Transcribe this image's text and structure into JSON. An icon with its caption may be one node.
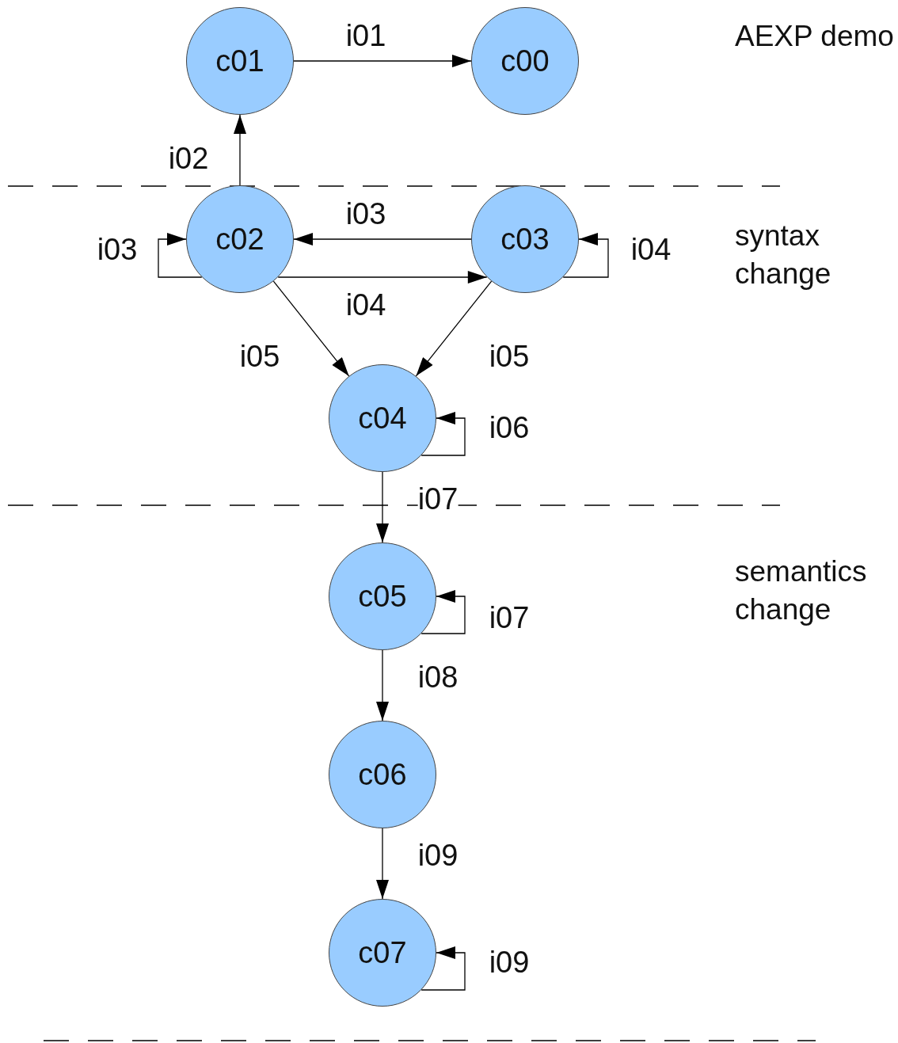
{
  "diagram": {
    "nodes": [
      {
        "text": [
          "c01"
        ]
      },
      {
        "text": [
          "c00"
        ]
      },
      {
        "text": [
          "c02"
        ]
      },
      {
        "text": [
          "c03"
        ]
      },
      {
        "text": [
          "c04"
        ]
      },
      {
        "text": [
          "c05"
        ]
      },
      {
        "text": [
          "c06"
        ]
      },
      {
        "text": [
          "c07"
        ]
      }
    ],
    "edges": [
      {
        "from": 0,
        "to": 1,
        "arrow": "to",
        "label": "i01"
      },
      {
        "from": 2,
        "to": 0,
        "arrow": "to",
        "label": "i02"
      },
      {
        "from": 3,
        "to": 2,
        "arrow": "to",
        "label": "i03"
      },
      {
        "from": 2,
        "to": 2,
        "arrow": "to",
        "label": "i03"
      },
      {
        "from": 2,
        "to": 3,
        "arrow": "to",
        "label": "i04"
      },
      {
        "from": 3,
        "to": 3,
        "arrow": "to",
        "label": "i04"
      },
      {
        "from": 2,
        "to": 4,
        "arrow": "to",
        "label": "i05"
      },
      {
        "from": 3,
        "to": 4,
        "arrow": "to",
        "label": "i05"
      },
      {
        "from": 4,
        "to": 4,
        "arrow": "to",
        "label": "i06"
      },
      {
        "from": 4,
        "to": 5,
        "arrow": "to",
        "label": "i07"
      },
      {
        "from": 5,
        "to": 5,
        "arrow": "to",
        "label": "i07"
      },
      {
        "from": 5,
        "to": 6,
        "arrow": "to",
        "label": "i08"
      },
      {
        "from": 6,
        "to": 7,
        "arrow": "to",
        "label": "i09"
      },
      {
        "from": 7,
        "to": 7,
        "arrow": "to",
        "label": "i09"
      }
    ],
    "labels": [
      "AEXP demo",
      "syntax change",
      "semantics change"
    ]
  }
}
